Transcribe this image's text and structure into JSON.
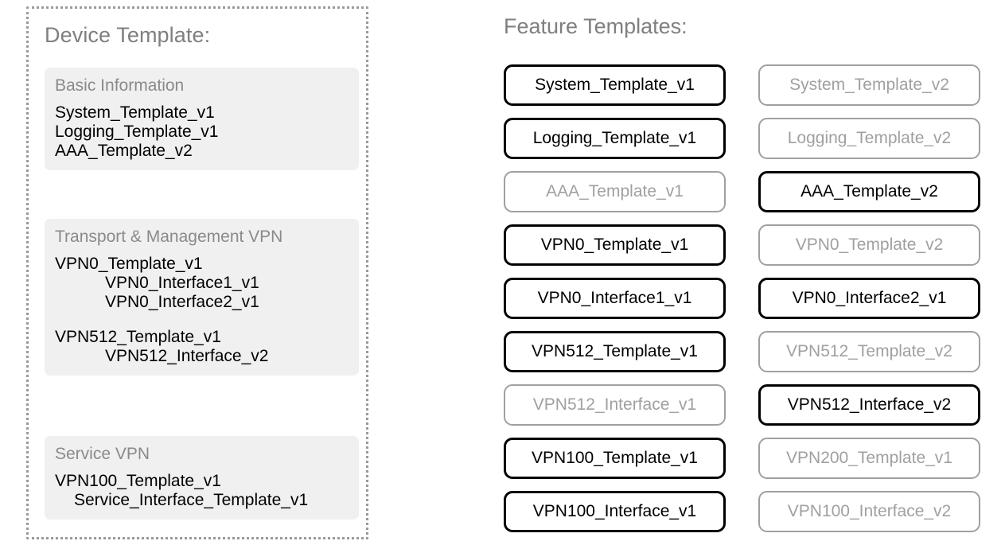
{
  "device_panel": {
    "title": "Device Template:",
    "sections": [
      {
        "name": "basic-information",
        "title": "Basic Information",
        "lines": [
          {
            "text": "System_Template_v1",
            "indent": "none"
          },
          {
            "text": "Logging_Template_v1",
            "indent": "none"
          },
          {
            "text": "AAA_Template_v2",
            "indent": "none"
          }
        ]
      },
      {
        "name": "transport-management-vpn",
        "title": "Transport & Management VPN",
        "lines": [
          {
            "text": "VPN0_Template_v1",
            "indent": "none"
          },
          {
            "text": "VPN0_Interface1_v1",
            "indent": "level1"
          },
          {
            "text": "VPN0_Interface2_v1",
            "indent": "level1"
          },
          {
            "text": "",
            "indent": "spacer"
          },
          {
            "text": "VPN512_Template_v1",
            "indent": "none"
          },
          {
            "text": "VPN512_Interface_v2",
            "indent": "level1"
          }
        ]
      },
      {
        "name": "service-vpn",
        "title": "Service VPN",
        "lines": [
          {
            "text": "VPN100_Template_v1",
            "indent": "none"
          },
          {
            "text": "Service_Interface_Template_v1",
            "indent": "small"
          }
        ]
      }
    ]
  },
  "feature_templates": {
    "title": "Feature Templates:",
    "rows": [
      {
        "left": {
          "label": "System_Template_v1",
          "state": "active"
        },
        "right": {
          "label": "System_Template_v2",
          "state": "inactive"
        }
      },
      {
        "left": {
          "label": "Logging_Template_v1",
          "state": "active"
        },
        "right": {
          "label": "Logging_Template_v2",
          "state": "inactive"
        }
      },
      {
        "left": {
          "label": "AAA_Template_v1",
          "state": "inactive"
        },
        "right": {
          "label": "AAA_Template_v2",
          "state": "active"
        }
      },
      {
        "left": {
          "label": "VPN0_Template_v1",
          "state": "active"
        },
        "right": {
          "label": "VPN0_Template_v2",
          "state": "inactive"
        }
      },
      {
        "left": {
          "label": "VPN0_Interface1_v1",
          "state": "active"
        },
        "right": {
          "label": "VPN0_Interface2_v1",
          "state": "active"
        }
      },
      {
        "left": {
          "label": "VPN512_Template_v1",
          "state": "active"
        },
        "right": {
          "label": "VPN512_Template_v2",
          "state": "inactive"
        }
      },
      {
        "left": {
          "label": "VPN512_Interface_v1",
          "state": "inactive"
        },
        "right": {
          "label": "VPN512_Interface_v2",
          "state": "active"
        }
      },
      {
        "left": {
          "label": "VPN100_Template_v1",
          "state": "active"
        },
        "right": {
          "label": "VPN200_Template_v1",
          "state": "inactive"
        }
      },
      {
        "left": {
          "label": "VPN100_Interface_v1",
          "state": "active"
        },
        "right": {
          "label": "VPN100_Interface_v2",
          "state": "inactive"
        }
      }
    ]
  },
  "colors": {
    "heading_gray": "#7f7f7f",
    "section_bg": "#f0f0f0",
    "section_title_gray": "#8a8a8a",
    "active_border": "#000000",
    "inactive_border": "#a0a0a0",
    "panel_border": "#9a9a9a"
  }
}
